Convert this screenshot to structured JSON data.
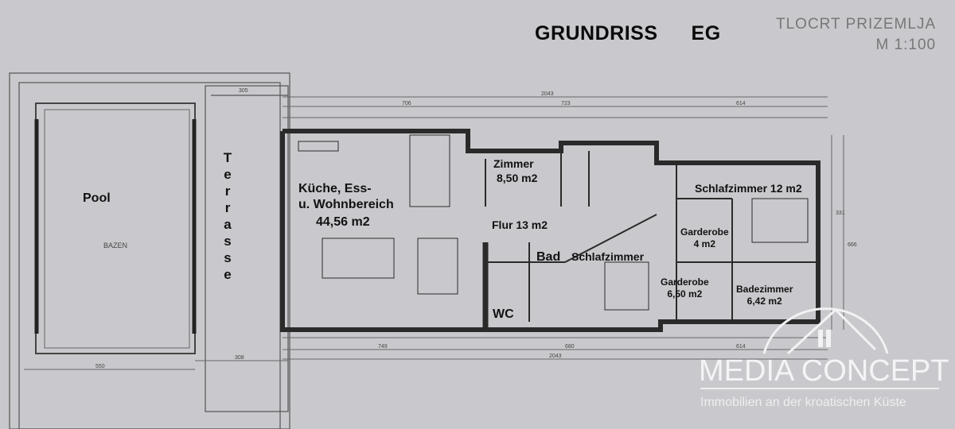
{
  "header": {
    "title_main": "GRUNDRISS",
    "title_floor": "EG",
    "title_hr": "TLOCRT PRIZEMLJA",
    "scale": "M 1:100"
  },
  "rooms": {
    "pool": "Pool",
    "bazen": "BAZEN",
    "terrasse": "Terrasse",
    "kitchen_line1": "Küche, Ess-",
    "kitchen_line2": "u. Wohnbereich",
    "kitchen_area": "44,56 m2",
    "zimmer": "Zimmer",
    "zimmer_area": "8,50 m2",
    "flur": "Flur  13 m2",
    "bad": "Bad",
    "wc": "WC",
    "schlafzimmer": "Schlafzimmer",
    "schlafzimmer12": "Schlafzimmer 12 m2",
    "garderobe1": "Garderobe",
    "garderobe1_area": "4 m2",
    "garderobe2": "Garderobe",
    "garderobe2_area": "6,50 m2",
    "badezimmer": "Badezimmer",
    "badezimmer_area": "6,42 m2"
  },
  "dimensions": {
    "top_total": "2043",
    "top_706": "706",
    "top_723": "723",
    "top_614": "614",
    "top_305": "305",
    "bottom_749": "749",
    "bottom_680": "680",
    "bottom_614": "614",
    "bottom_total": "2043",
    "left_308": "308",
    "left_550": "550",
    "right_666": "666",
    "right_331": "331"
  },
  "branding": {
    "name": "MEDIA CONCEPT",
    "tagline": "Immobilien an der kroatischen Küste"
  }
}
